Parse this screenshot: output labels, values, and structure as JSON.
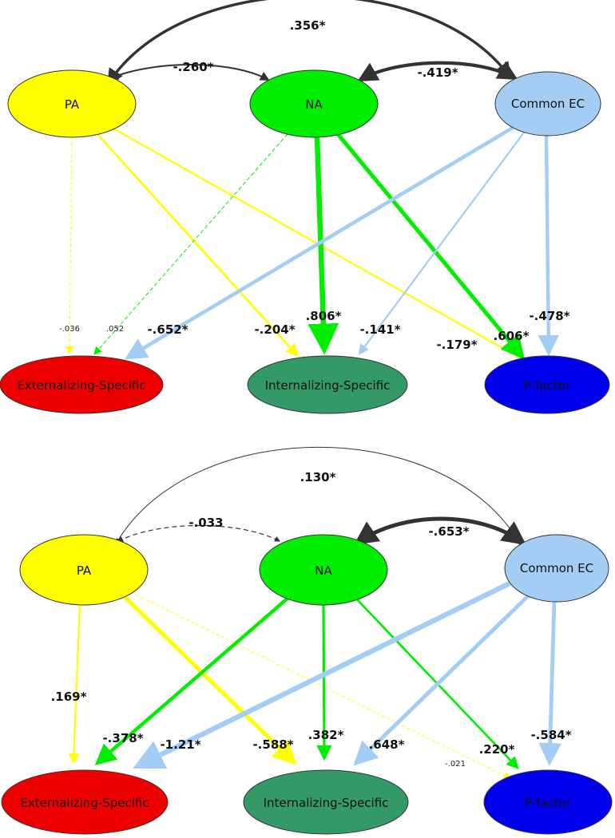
{
  "colors": {
    "pa": "#ffff00",
    "na": "#00ee00",
    "common_ec": "#a3cdf4",
    "externalizing": "#ee0000",
    "internalizing": "#339966",
    "p_factor": "#0000ee",
    "correlation": "#333333"
  },
  "panels": [
    {
      "nodes": {
        "pa": "PA",
        "na": "NA",
        "ec": "Common EC",
        "ext": "Externalizing-Specific",
        "int": "Internalizing-Specific",
        "pf": "P-factor"
      },
      "correlations": {
        "pa_ec": ".356*",
        "pa_na": "-.260*",
        "na_ec": "-.419*"
      },
      "paths": {
        "pa_ext": "-.036",
        "pa_int": "-.204*",
        "pa_pf": "-.179*",
        "na_ext": ".052",
        "na_int": ".806*",
        "na_pf": ".606*",
        "ec_ext": "-.652*",
        "ec_int": "-.141*",
        "ec_pf": "-.478*"
      }
    },
    {
      "nodes": {
        "pa": "PA",
        "na": "NA",
        "ec": "Common EC",
        "ext": "Externalizing-Specific",
        "int": "Internalizing-Specific",
        "pf": "P-factor"
      },
      "correlations": {
        "pa_ec": ".130*",
        "pa_na": "-.033",
        "na_ec": "-.653*"
      },
      "paths": {
        "pa_ext": ".169*",
        "pa_int": "-.588*",
        "pa_pf": "-.021",
        "na_ext": "-.378*",
        "na_int": ".382*",
        "na_pf": ".220*",
        "ec_ext": "-1.21*",
        "ec_int": ".648*",
        "ec_pf": "-.584*"
      }
    }
  ]
}
